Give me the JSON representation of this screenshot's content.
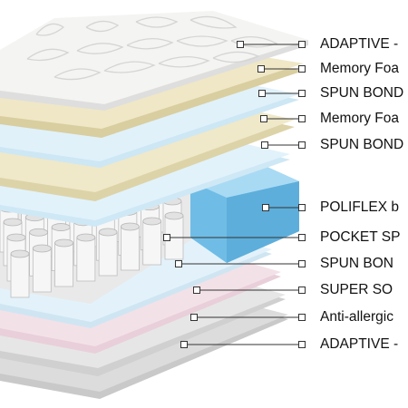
{
  "labels": [
    "ADAPTIVE -",
    "Memory Foa",
    "SPUN BOND",
    "Memory Foa",
    "SPUN BOND",
    "POLIFLEX b",
    "POCKET SP",
    "SPUN BON",
    "SUPER SO",
    "Anti-allergic",
    "ADAPTIVE -"
  ],
  "colors": {
    "quilt": "#f4f4f2",
    "memory_foam": "#eee7c8",
    "spun_bond": "#d8eef8",
    "poliflex": "#7cc4ea",
    "super_soft": "#f1dde6",
    "anti_allergic": "#d2d2d2",
    "bottom": "#c9c9c9",
    "leader": "#333333"
  }
}
